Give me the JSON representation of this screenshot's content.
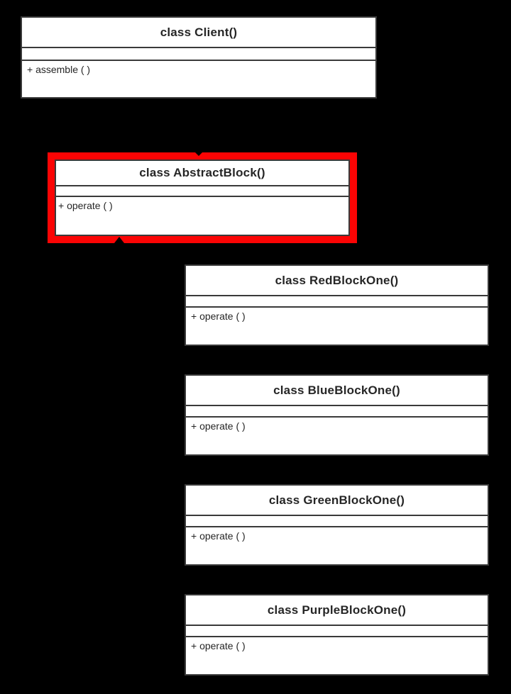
{
  "diagram": {
    "type": "uml-class-diagram",
    "background_color": "#000000",
    "box_fill_color": "#ffffff",
    "box_border_color": "#3a3a3a",
    "text_color": "#262626",
    "highlight_color": "#fb0404",
    "classes": [
      {
        "name": "client",
        "title": "class Client()",
        "attributes": "",
        "method": "+ assemble ( )",
        "highlighted": false
      },
      {
        "name": "abstract-block",
        "title": "class AbstractBlock()",
        "attributes": "",
        "method": "+ operate ( )",
        "highlighted": true
      },
      {
        "name": "red-block-one",
        "title": "class RedBlockOne()",
        "attributes": "",
        "method": "+ operate ( )",
        "highlighted": false
      },
      {
        "name": "blue-block-one",
        "title": "class BlueBlockOne()",
        "attributes": "",
        "method": "+ operate ( )",
        "highlighted": false
      },
      {
        "name": "green-block-one",
        "title": "class GreenBlockOne()",
        "attributes": "",
        "method": "+ operate ( )",
        "highlighted": false
      },
      {
        "name": "purple-block-one",
        "title": "class PurpleBlockOne()",
        "attributes": "",
        "method": "+ operate ( )",
        "highlighted": false
      }
    ]
  }
}
